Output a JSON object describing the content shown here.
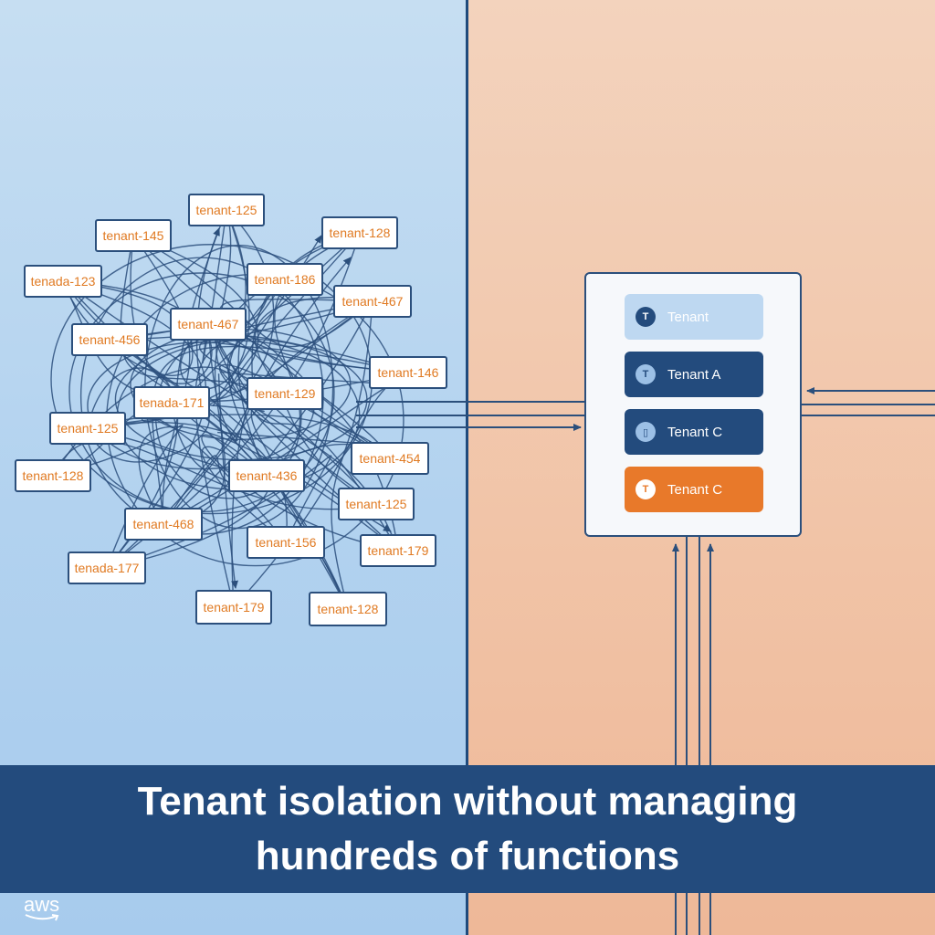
{
  "tenant_tags": [
    "tenant-125",
    "tenant-145",
    "tenant-128",
    "tenada-123",
    "tenant-186",
    "tenant-467",
    "tenant-467",
    "tenant-456",
    "tenant-146",
    "tenada-171",
    "tenant-129",
    "tenant-125",
    "tenant-454",
    "tenant-128",
    "tenant-436",
    "tenant-125",
    "tenant-468",
    "tenant-156",
    "tenant-179",
    "tenada-177",
    "tenant-179",
    "tenant-128"
  ],
  "router": {
    "rows": [
      {
        "badge": "T",
        "label": "Tenant"
      },
      {
        "badge": "T",
        "label": "Tenant A"
      },
      {
        "badge": "▯",
        "label": "Tenant C"
      },
      {
        "badge": "T",
        "label": "Tenant C"
      }
    ]
  },
  "banner": {
    "line1": "Tenant isolation without managing",
    "line2": "hundreds of functions"
  },
  "logo": {
    "text": "aws"
  },
  "colors": {
    "left_panel": "#b2d2ef",
    "right_panel": "#f1c3a6",
    "navy": "#234b7d",
    "orange_accent": "#e8792a",
    "tag_text": "#e07a22",
    "row_light": "#bed8f1"
  }
}
